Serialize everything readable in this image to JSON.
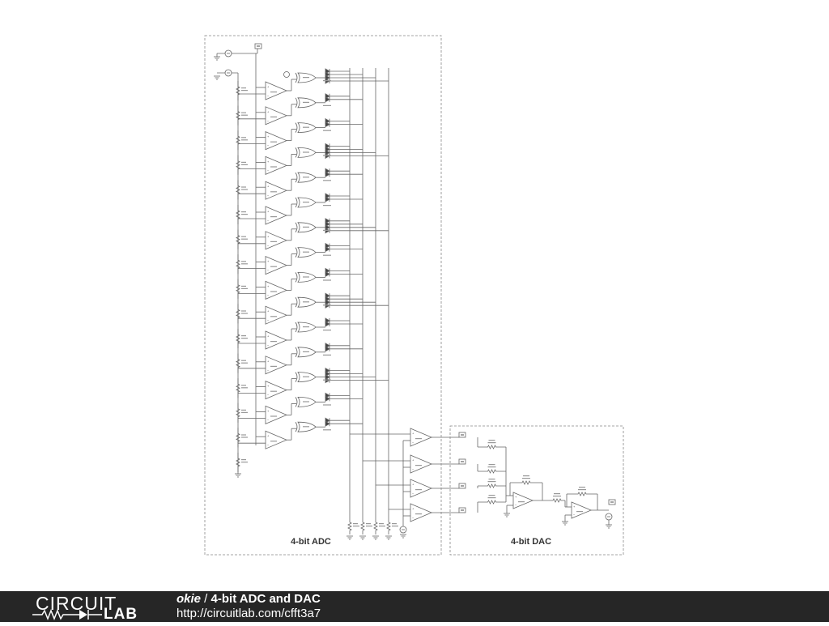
{
  "adc_block": {
    "title": "4-bit ADC"
  },
  "dac_block": {
    "title": "4-bit DAC"
  },
  "footer": {
    "brand_top": "CIRCUIT",
    "brand_bottom": "LAB",
    "author": "okie",
    "separator": " / ",
    "title": "4-bit ADC and DAC",
    "url": "http://circuitlab.com/cfft3a7"
  },
  "colors": {
    "wire": "#666666",
    "box_border": "#888888",
    "footer_bg": "#262626",
    "footer_text": "#ffffff"
  },
  "icons": [
    "ground-icon",
    "voltage-source-icon",
    "resistor-icon",
    "comparator-icon",
    "xor-gate-icon",
    "diode-icon",
    "opamp-icon",
    "net-tag-icon"
  ]
}
